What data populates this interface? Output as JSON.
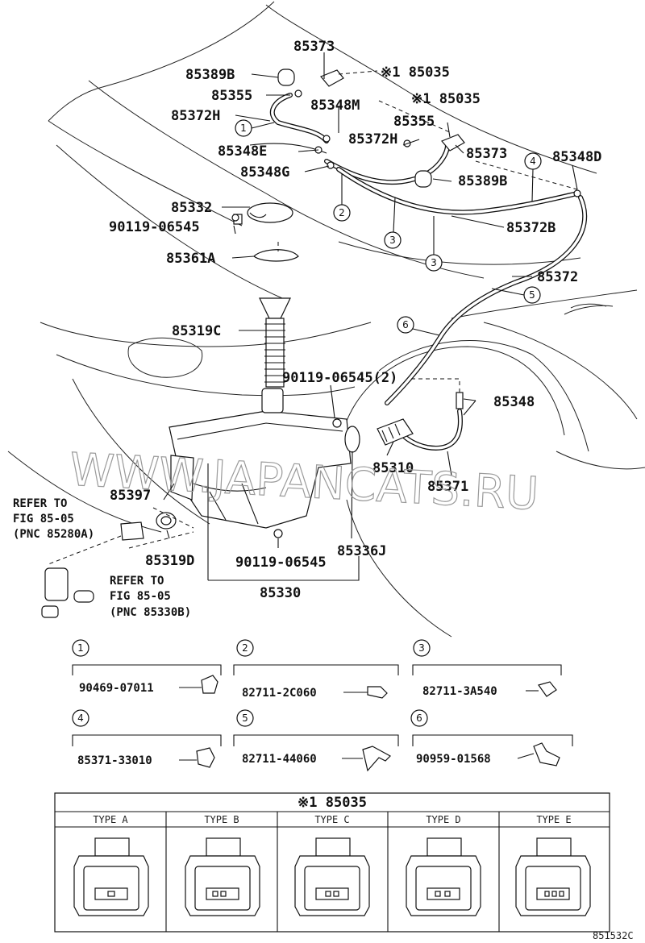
{
  "parts": {
    "p85373_top": "85373",
    "p85389B_top": "85389B",
    "p85035_a": "※1 85035",
    "p85355_a": "85355",
    "p85035_b": "※1 85035",
    "p85348M": "85348M",
    "p85372H_a": "85372H",
    "p85355_b": "85355",
    "p85372H_b": "85372H",
    "p85348E": "85348E",
    "p85373_b": "85373",
    "p85348D": "85348D",
    "p85348G": "85348G",
    "p85389B_b": "85389B",
    "p85332": "85332",
    "p90119_a": "90119-06545",
    "p85372B": "85372B",
    "p85361A": "85361A",
    "p85372": "85372",
    "p85319C": "85319C",
    "p90119_2": "90119-06545(2)",
    "p85348": "85348",
    "p85310": "85310",
    "p85371": "85371",
    "p85397": "85397",
    "p85319D": "85319D",
    "p90119_b": "90119-06545",
    "p85336J": "85336J",
    "p85330": "85330"
  },
  "refers": {
    "ref1_line1": "REFER TO",
    "ref1_line2": "FIG 85-05",
    "ref1_line3": "(PNC 85280A)",
    "ref2_line1": "REFER TO",
    "ref2_line2": "FIG 85-05",
    "ref2_line3": "(PNC 85330B)"
  },
  "callouts": [
    "1",
    "2",
    "3",
    "4",
    "5",
    "6"
  ],
  "clips": [
    {
      "num": "1",
      "part": "90469-07011"
    },
    {
      "num": "2",
      "part": "82711-2C060"
    },
    {
      "num": "3",
      "part": "82711-3A540"
    },
    {
      "num": "4",
      "part": "85371-33010"
    },
    {
      "num": "5",
      "part": "82711-44060"
    },
    {
      "num": "6",
      "part": "90959-01568"
    }
  ],
  "table": {
    "title": "※1 85035",
    "types": [
      "TYPE A",
      "TYPE B",
      "TYPE C",
      "TYPE D",
      "TYPE E"
    ]
  },
  "watermark": "WWW.JAPANCATS.RU",
  "figure_code": "851532C"
}
